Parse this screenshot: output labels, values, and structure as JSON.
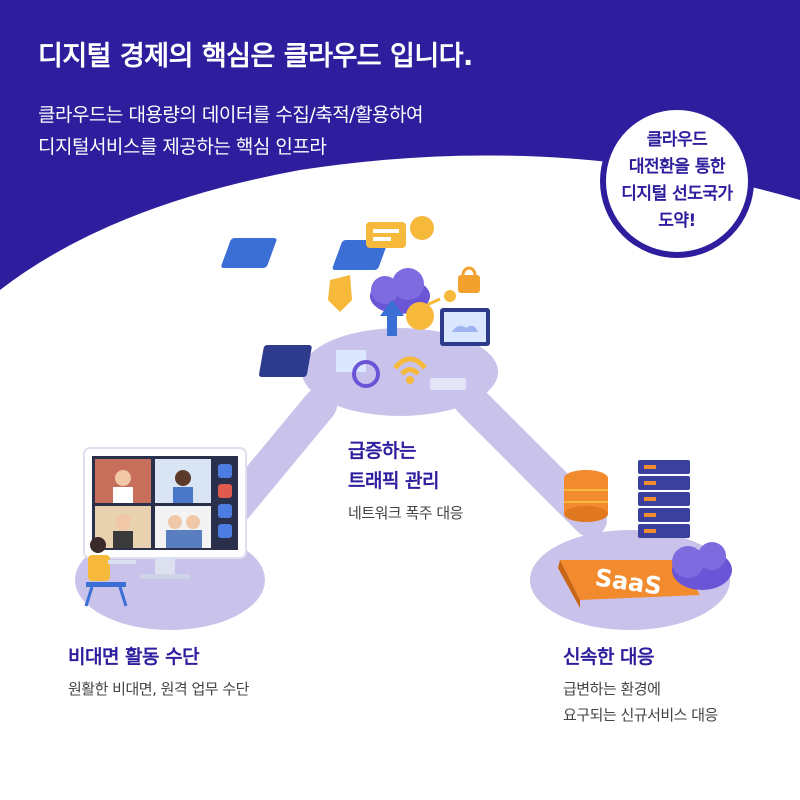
{
  "header": {
    "title": "디지털 경제의 핵심은 클라우드 입니다.",
    "subtitle_line1": "클라우드는 대용량의 데이터를 수집/축적/활용하여",
    "subtitle_line2": "디지털서비스를 제공하는 핵심 인프라"
  },
  "badge": {
    "line1": "클라우드",
    "line2": "대전환을 통한",
    "line3": "디지털 선도국가",
    "line4": "도약!"
  },
  "center_node": {
    "title_line1": "급증하는",
    "title_line2": "트래픽 관리",
    "description": "네트워크 폭주 대응"
  },
  "left_node": {
    "title": "비대면 활동  수단",
    "description": "원활한 비대면, 원격  업무 수단"
  },
  "right_node": {
    "title": "신속한 대응",
    "description_line1": "급변하는 환경에",
    "description_line2": "요구되는 신규서비스 대응",
    "saas_text": "SaaS"
  },
  "colors": {
    "primary": "#2e1e9e",
    "lavender": "#c9c3ec",
    "connector": "#a79fdc",
    "orange": "#f28a2e",
    "yellow": "#f6b93b",
    "text_gray": "#444444"
  }
}
